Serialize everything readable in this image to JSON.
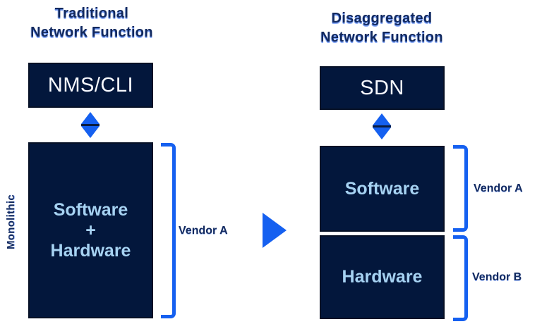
{
  "diagram": {
    "left_panel": {
      "title_line1": "Traditional",
      "title_line2": "Network Function",
      "controller_box_label": "NMS/CLI",
      "main_box_lines": [
        "Software",
        "+",
        "Hardware"
      ],
      "rotated_label": "Monolithic",
      "vendor_label": "Vendor A"
    },
    "right_panel": {
      "title_line1": "Disaggregated",
      "title_line2": "Network Function",
      "controller_box_label": "SDN",
      "software_box_label": "Software",
      "hardware_box_label": "Hardware",
      "software_vendor_label": "Vendor A",
      "hardware_vendor_label": "Vendor B"
    },
    "icons": {
      "left_control_arrow": "vertical-double-arrow",
      "right_control_arrow": "vertical-double-arrow",
      "center_arrow": "right-pointing-triangle",
      "grouping_marks": "square-bracket"
    },
    "colors": {
      "box_fill": "#03173c",
      "box_border": "#071126",
      "accent_blue": "#1560f0",
      "light_blue_text": "#a6d2f2",
      "heading_navy": "#12295e",
      "white_text": "#f7f9ff",
      "background": "#ffffff"
    }
  }
}
